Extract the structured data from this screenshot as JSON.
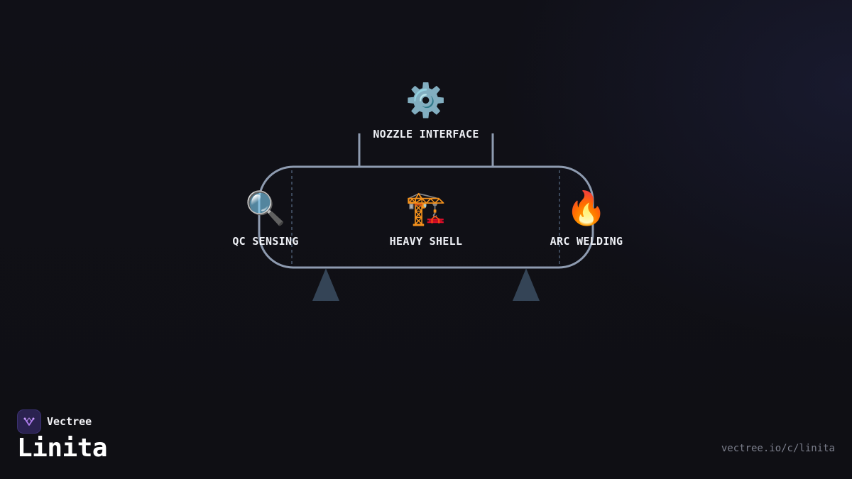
{
  "diagram": {
    "nodes": {
      "nozzle": {
        "label": "NOZZLE INTERFACE",
        "icon": "gear-icon",
        "glyph": "⚙️"
      },
      "qc": {
        "label": "QC SENSING",
        "icon": "magnifier-icon",
        "glyph": "🔍"
      },
      "shell": {
        "label": "HEAVY SHELL",
        "icon": "crane-icon",
        "glyph": "🏗️"
      },
      "welding": {
        "label": "ARC WELDING",
        "icon": "fire-icon",
        "glyph": "🔥"
      }
    },
    "colors": {
      "vessel_stroke": "#8e9bb0",
      "seam_stroke": "#4a5a70",
      "support_fill": "#344456"
    }
  },
  "footer": {
    "brand": "Vectree",
    "product": "Linita",
    "url": "vectree.io/c/linita"
  }
}
